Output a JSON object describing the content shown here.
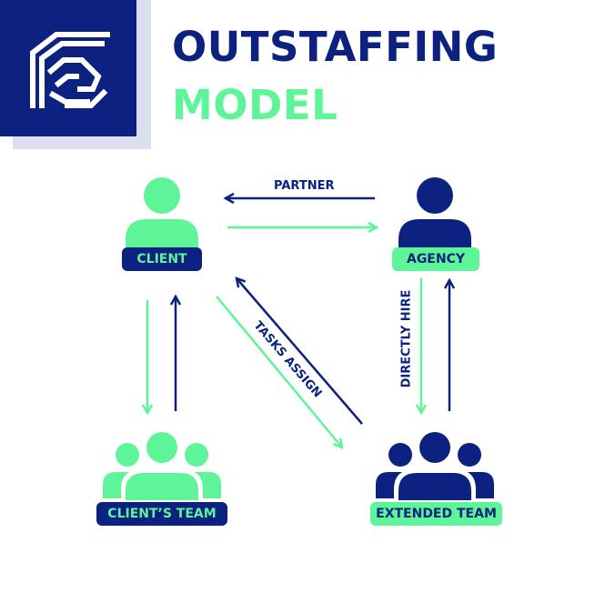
{
  "header": {
    "title_line1": "OUTSTAFFING",
    "title_line2": "MODEL"
  },
  "nodes": {
    "client": "CLIENT",
    "agency": "AGENCY",
    "clients_team": "CLIENT’S TEAM",
    "extended_team": "EXTENDED TEAM"
  },
  "edges": {
    "partner": "PARTNER",
    "tasks_assign": "TASKS ASSIGN",
    "directly_hire": "DIRECTLY HIRE"
  },
  "colors": {
    "navy": "#0c2180",
    "green": "#5ef598",
    "logo_shadow": "#dcdff0",
    "background": "#ffffff"
  },
  "icons": [
    "logo-icon",
    "client-person-icon",
    "agency-person-icon",
    "clients-team-group-icon",
    "extended-team-group-icon"
  ]
}
